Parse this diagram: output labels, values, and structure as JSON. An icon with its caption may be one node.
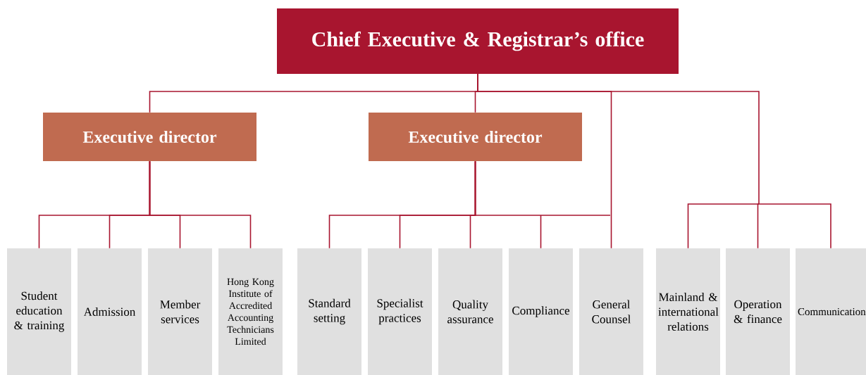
{
  "diagram": {
    "nodes": [
      {
        "text": [
          "Chief Executive & Registrar’s office"
        ]
      },
      {
        "text": [
          "Executive director"
        ]
      },
      {
        "text": [
          "Executive director"
        ]
      },
      {
        "text": [
          "Student education & training"
        ]
      },
      {
        "text": [
          "Admission"
        ]
      },
      {
        "text": [
          "Member services"
        ]
      },
      {
        "text": [
          "Hong Kong Institute of Accredited Accounting Technicians Limited"
        ]
      },
      {
        "text": [
          "Standard setting"
        ]
      },
      {
        "text": [
          "Specialist practices"
        ]
      },
      {
        "text": [
          "Quality assurance"
        ]
      },
      {
        "text": [
          "Compliance"
        ]
      },
      {
        "text": [
          "General Counsel"
        ]
      },
      {
        "text": [
          "Mainland & international relations"
        ]
      },
      {
        "text": [
          "Operation & finance"
        ]
      },
      {
        "text": [
          "Communication"
        ]
      }
    ],
    "edges": [
      {
        "from": 0,
        "to": 1,
        "arrow": "none"
      },
      {
        "from": 0,
        "to": 2,
        "arrow": "none"
      },
      {
        "from": 0,
        "to": 11,
        "arrow": "none"
      },
      {
        "from": 0,
        "to": 12,
        "arrow": "none"
      },
      {
        "from": 0,
        "to": 13,
        "arrow": "none"
      },
      {
        "from": 0,
        "to": 14,
        "arrow": "none"
      },
      {
        "from": 1,
        "to": 3,
        "arrow": "none"
      },
      {
        "from": 1,
        "to": 4,
        "arrow": "none"
      },
      {
        "from": 1,
        "to": 5,
        "arrow": "none"
      },
      {
        "from": 1,
        "to": 6,
        "arrow": "none"
      },
      {
        "from": 2,
        "to": 7,
        "arrow": "none"
      },
      {
        "from": 2,
        "to": 8,
        "arrow": "none"
      },
      {
        "from": 2,
        "to": 9,
        "arrow": "none"
      },
      {
        "from": 2,
        "to": 10,
        "arrow": "none"
      }
    ]
  }
}
